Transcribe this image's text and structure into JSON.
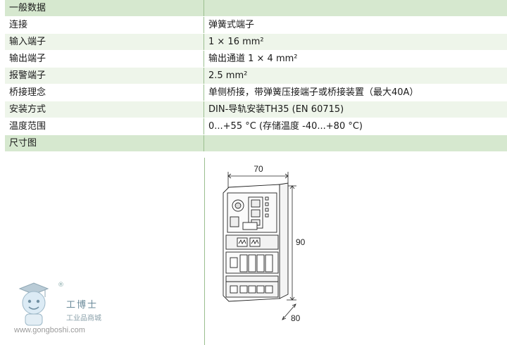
{
  "table": {
    "section_general": "一般数据",
    "rows": [
      {
        "label": "连接",
        "value": "弹簧式端子"
      },
      {
        "label": "输入端子",
        "value": "1 × 16 mm²"
      },
      {
        "label": "输出端子",
        "value": "输出通道 1 × 4 mm²"
      },
      {
        "label": "报警端子",
        "value": "2.5 mm²"
      },
      {
        "label": "桥接理念",
        "value": "单侧桥接，带弹簧压接端子或桥接装置（最大40A）"
      },
      {
        "label": "安装方式",
        "value": "DIN-导轨安装TH35 (EN 60715)"
      },
      {
        "label": "温度范围",
        "value": "0...+55 °C (存储温度 -40...+80 °C)"
      }
    ],
    "section_dimensions": "尺寸图"
  },
  "drawing": {
    "width_label": "70",
    "height_label": "90",
    "depth_label": "80"
  },
  "watermark": {
    "brand": "工博士",
    "sub": "工业品商城",
    "url": "www.gongboshi.com",
    "reg": "®"
  },
  "colors": {
    "header_bg": "#d6e8cf",
    "alt_row_bg": "#eef5ea",
    "divider": "#9bbf8f"
  }
}
